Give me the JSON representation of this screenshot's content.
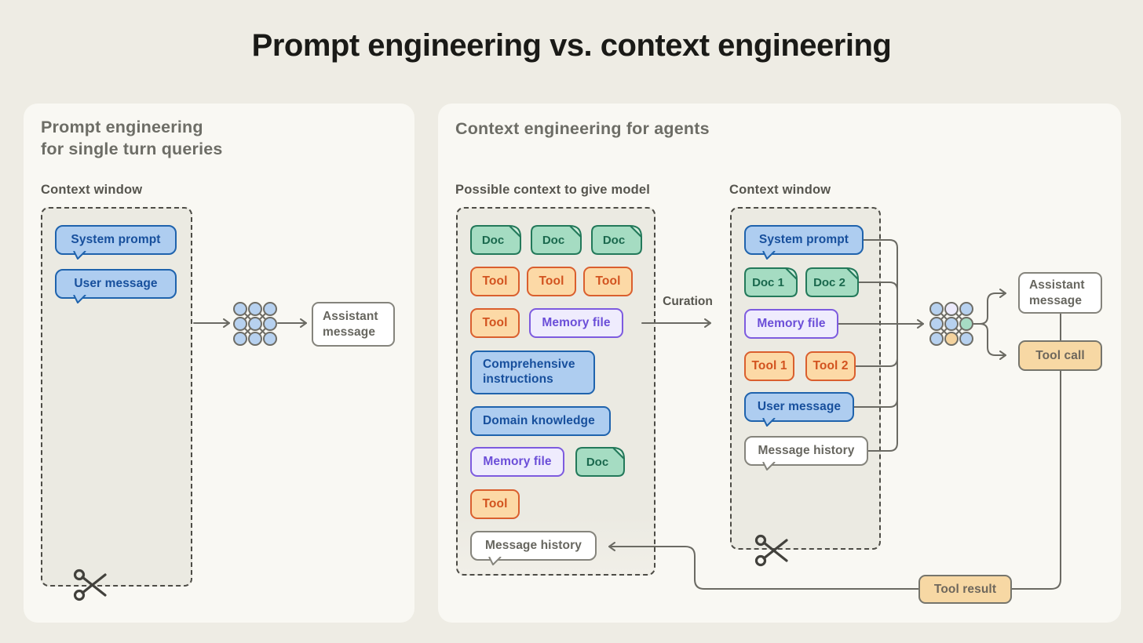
{
  "title": "Prompt engineering vs. context engineering",
  "left_panel": {
    "heading": "Prompt engineering\nfor single turn queries",
    "context_window_label": "Context window",
    "chips": [
      {
        "label": "System prompt",
        "kind": "speech-bubble-blue"
      },
      {
        "label": "User message",
        "kind": "speech-bubble-blue"
      }
    ],
    "assistant_label": "Assistant message",
    "model_icon": "neural-network-icon",
    "trim_icon": "scissors-icon"
  },
  "right_panel": {
    "heading": "Context engineering for agents",
    "possible_context_label": "Possible context to give model",
    "context_window_label": "Context window",
    "curation_label": "Curation",
    "possible_context_chips": [
      {
        "label": "Doc",
        "kind": "document-green"
      },
      {
        "label": "Doc",
        "kind": "document-green"
      },
      {
        "label": "Doc",
        "kind": "document-green"
      },
      {
        "label": "Tool",
        "kind": "tool-orange"
      },
      {
        "label": "Tool",
        "kind": "tool-orange"
      },
      {
        "label": "Tool",
        "kind": "tool-orange"
      },
      {
        "label": "Tool",
        "kind": "tool-orange"
      },
      {
        "label": "Memory file",
        "kind": "memory-purple"
      },
      {
        "label": "Comprehensive instructions",
        "kind": "instructions-blue"
      },
      {
        "label": "Domain knowledge",
        "kind": "instructions-blue"
      },
      {
        "label": "Memory file",
        "kind": "memory-purple"
      },
      {
        "label": "Doc",
        "kind": "document-green"
      },
      {
        "label": "Tool",
        "kind": "tool-orange"
      },
      {
        "label": "Message history",
        "kind": "speech-bubble-white"
      }
    ],
    "context_window_chips": [
      {
        "label": "System prompt",
        "kind": "speech-bubble-blue"
      },
      {
        "label": "Doc 1",
        "kind": "document-green"
      },
      {
        "label": "Doc 2",
        "kind": "document-green"
      },
      {
        "label": "Memory file",
        "kind": "memory-purple"
      },
      {
        "label": "Tool 1",
        "kind": "tool-orange"
      },
      {
        "label": "Tool 2",
        "kind": "tool-orange"
      },
      {
        "label": "User message",
        "kind": "speech-bubble-blue"
      },
      {
        "label": "Message history",
        "kind": "speech-bubble-white"
      }
    ],
    "assistant_label": "Assistant message",
    "tool_call_label": "Tool call",
    "tool_result_label": "Tool result",
    "model_icon": "neural-network-icon",
    "trim_icon": "scissors-icon"
  },
  "colors": {
    "page_bg": "#eeece4",
    "card_bg": "#f9f8f3",
    "dashed_box_fill": "#ebeae2",
    "blue_fill": "#aecdf0",
    "blue_border": "#1f63ad",
    "blue_text": "#174f9c",
    "green_fill": "#a5dcc2",
    "green_border": "#23795a",
    "green_text": "#1a684d",
    "orange_fill": "#fcd9a6",
    "orange_border": "#da5f2e",
    "orange_text": "#d2531f",
    "purple_fill": "#efecfd",
    "purple_border": "#7d5bdf",
    "purple_text": "#6b4ed8",
    "tan_fill": "#f7d8a4",
    "neutral_border": "#85847c",
    "neutral_text": "#67665f",
    "connector_line": "#6b6a63",
    "net_node_blue": "#b7d1ef",
    "net_node_light": "#eceafb",
    "net_node_green": "#a7dcc4",
    "net_node_orange": "#f4d39e"
  }
}
